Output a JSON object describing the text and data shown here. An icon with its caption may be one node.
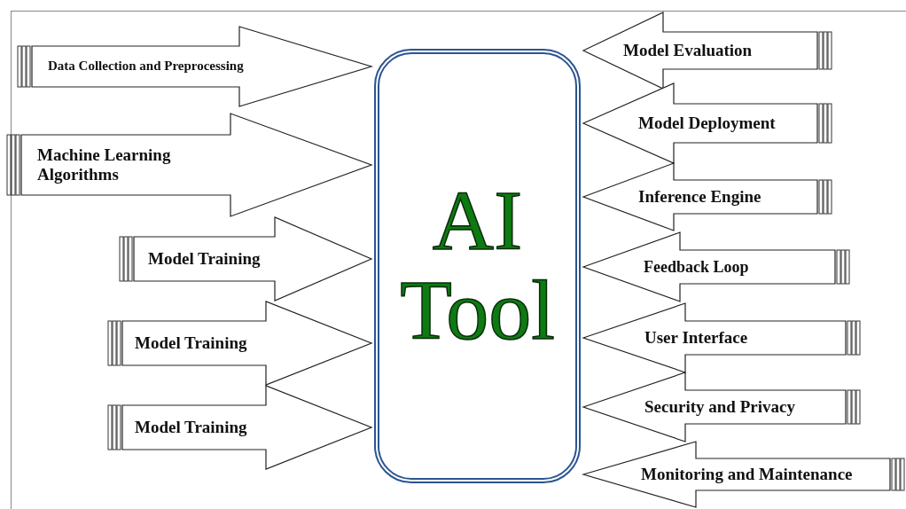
{
  "diagram": {
    "nodes": [
      {
        "text": [
          "Data Collection and Preprocessing"
        ]
      },
      {
        "text": [
          "Machine Learning Algorithms"
        ]
      },
      {
        "text": [
          "Model Training"
        ]
      },
      {
        "text": [
          "Model Training"
        ]
      },
      {
        "text": [
          "Model Training"
        ]
      },
      {
        "text": [
          "AI Tool"
        ]
      },
      {
        "text": [
          "Model Evaluation"
        ]
      },
      {
        "text": [
          "Model Deployment"
        ]
      },
      {
        "text": [
          "Inference Engine"
        ]
      },
      {
        "text": [
          "Feedback Loop"
        ]
      },
      {
        "text": [
          "User Interface"
        ]
      },
      {
        "text": [
          "Security and Privacy"
        ]
      },
      {
        "text": [
          "Monitoring and Maintenance"
        ]
      }
    ]
  }
}
